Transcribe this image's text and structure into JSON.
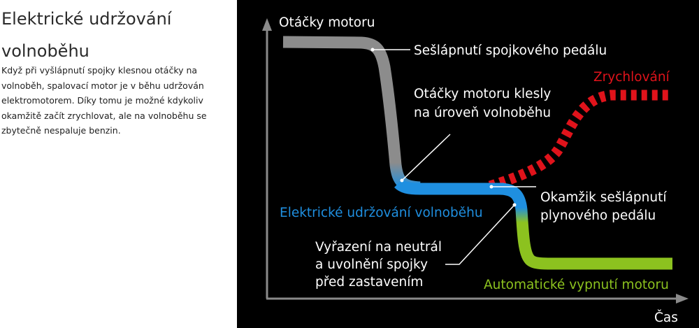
{
  "article": {
    "title_line1": "Elektrické udržování",
    "title_line2": "volnoběhu",
    "body": "Když při vyšlápnutí spojky klesnou otáčky na volnoběh, spalovací motor je v běhu udržován elektromotorem. Díky tomu je možné kdykoliv okamžitě začít zrychlovat, ale na volnoběhu se zbytečně nespaluje benzin."
  },
  "diagram": {
    "y_axis_label": "Otáčky motoru",
    "x_axis_label": "Čas",
    "callouts": {
      "clutch_press": "Sešlápnutí spojkového pedálu",
      "idle_reached_1": "Otáčky motoru klesly",
      "idle_reached_2": "na úroveň volnoběhu",
      "throttle_1": "Okamžik sešlápnutí",
      "throttle_2": "plynového pedálu",
      "neutral_1": "Vyřazení na neutrál",
      "neutral_2": "a uvolnění spojky",
      "neutral_3": "před zastavením"
    },
    "curves": {
      "electric_idle": "Elektrické udržování volnoběhu",
      "acceleration": "Zrychlování",
      "auto_stop": "Automatické vypnutí motoru"
    },
    "colors": {
      "background": "#000000",
      "engine_speed": "#8c8c8c",
      "electric_idle": "#1f8fe0",
      "acceleration": "#e0131b",
      "auto_stop": "#8cc21f",
      "axis": "#8a8a8a",
      "text": "#ffffff"
    }
  }
}
